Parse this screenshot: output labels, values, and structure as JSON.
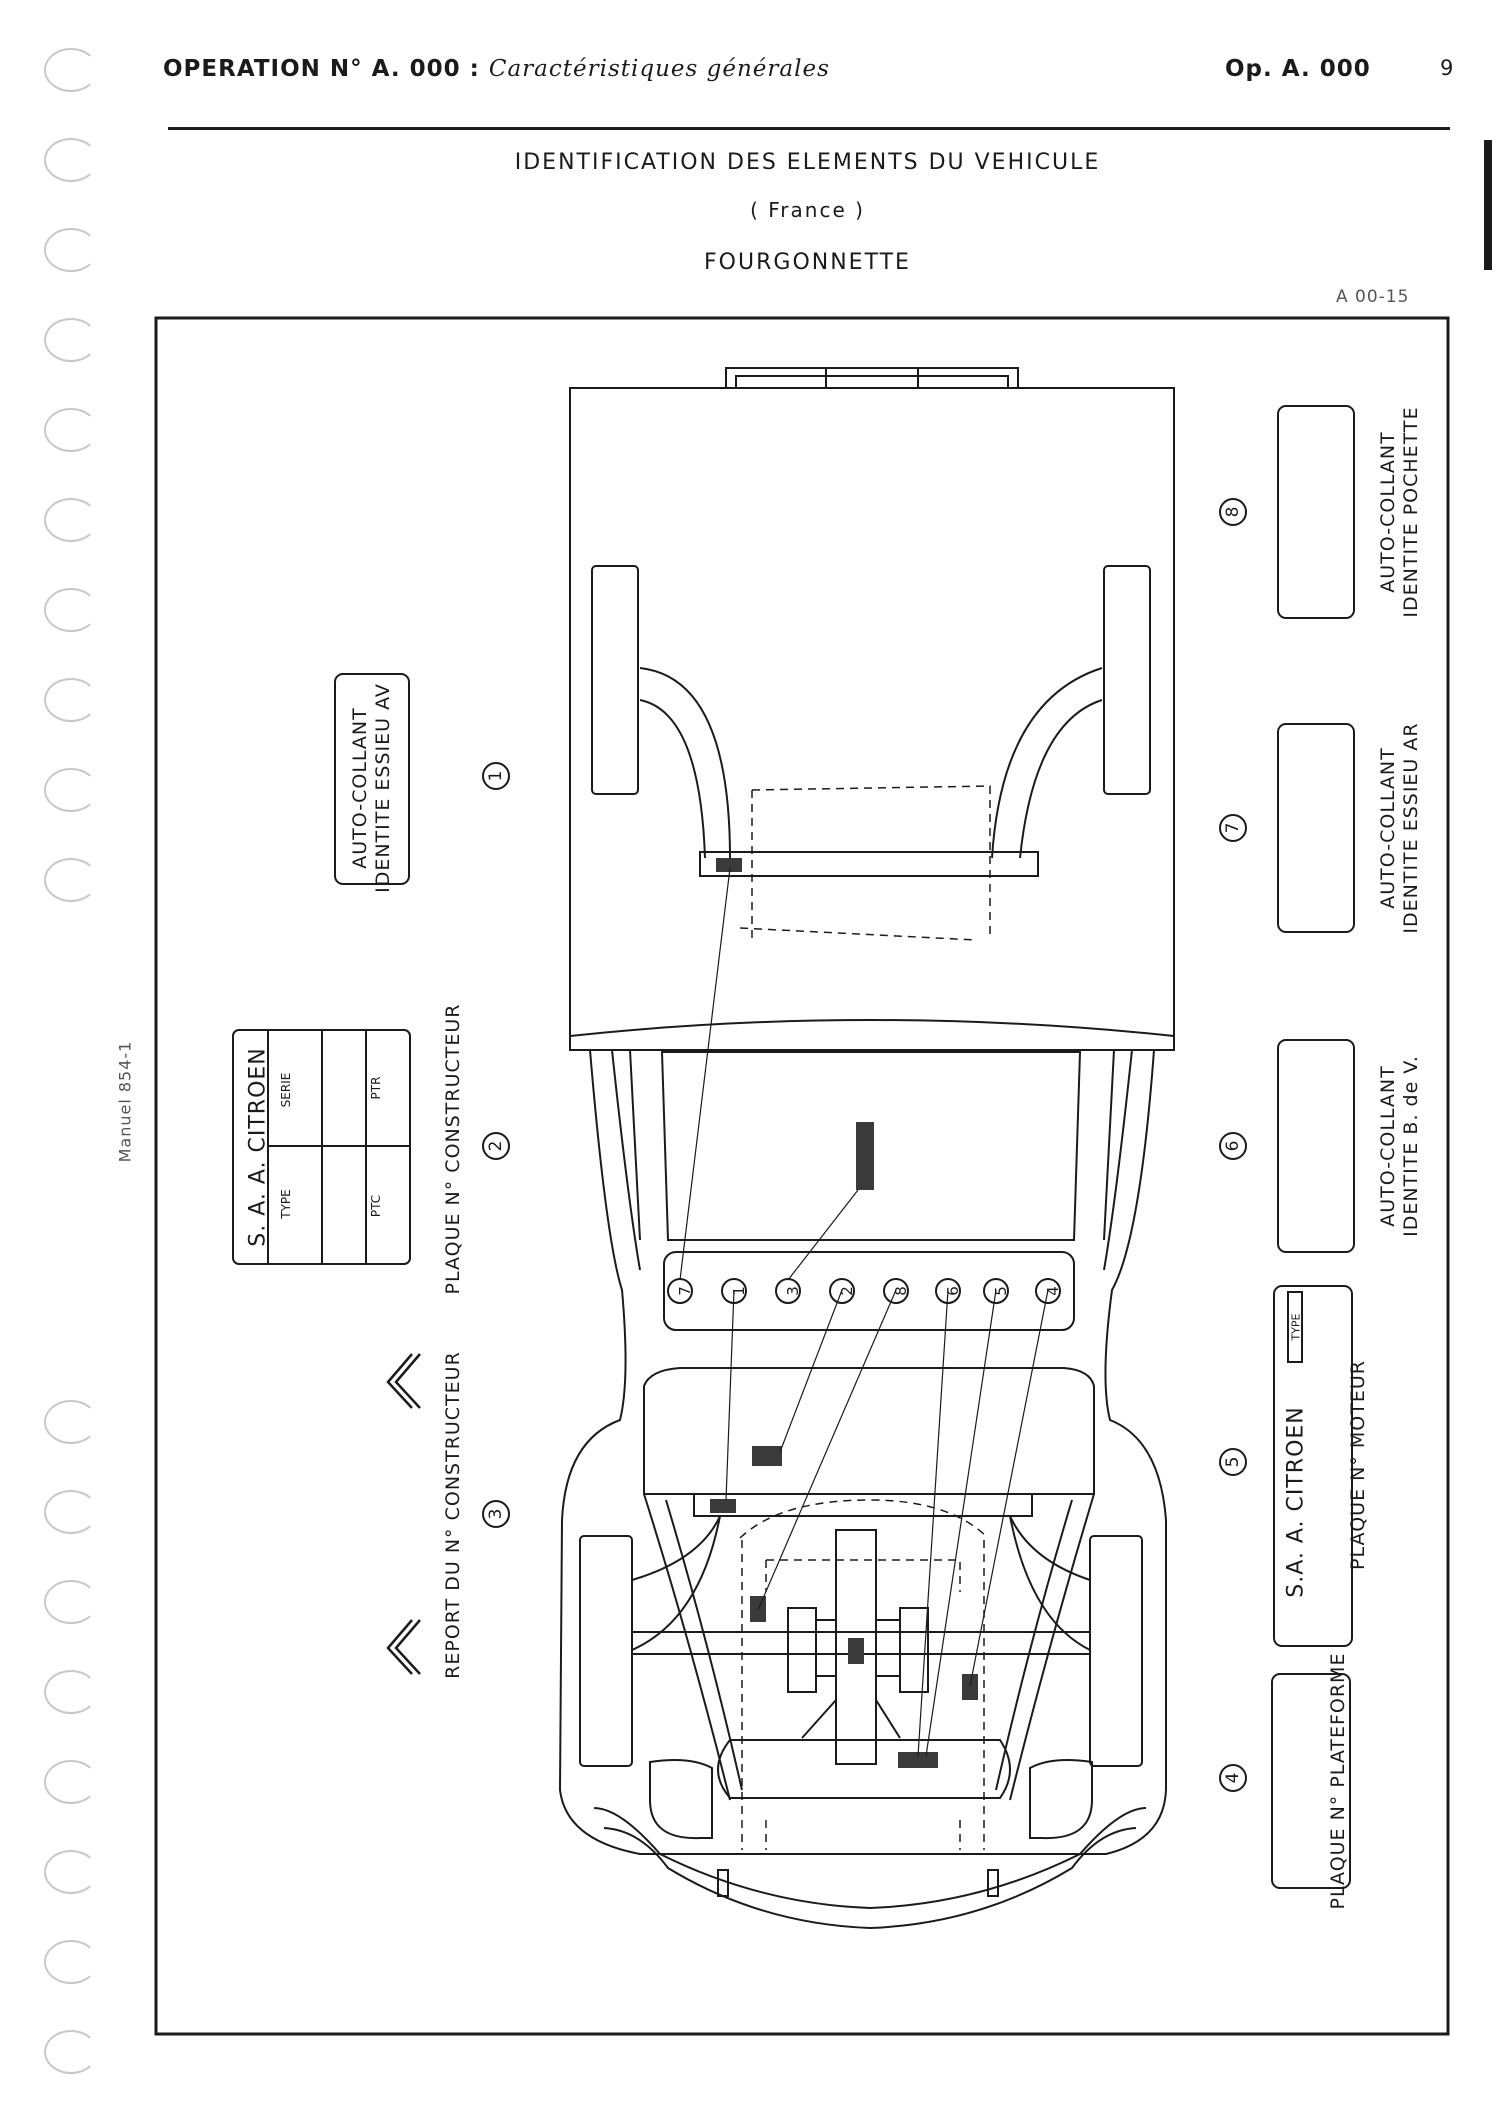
{
  "header": {
    "operation": "OPERATION N° A. 000 :",
    "operation_subtitle": "Caractéristiques générales",
    "op_ref": "Op. A. 000",
    "page_number": "9"
  },
  "titles": {
    "main": "IDENTIFICATION DES ELEMENTS DU VEHICULE",
    "country": "( France )",
    "model": "FOURGONNETTE"
  },
  "figure_ref": "A 00-15",
  "side_note": "Manuel 854-1",
  "callouts": {
    "c1": {
      "number": "1",
      "line1": "AUTO-COLLANT",
      "line2": "IDENTITE ESSIEU AV"
    },
    "c2": {
      "number": "2",
      "label": "PLAQUE N° CONSTRUCTEUR"
    },
    "c3": {
      "number": "3",
      "label": "REPORT DU N° CONSTRUCTEUR"
    },
    "c4": {
      "number": "4",
      "label": "PLAQUE N° PLATEFORME"
    },
    "c5": {
      "number": "5",
      "label": "PLAQUE N° MOTEUR"
    },
    "c6": {
      "number": "6",
      "line1": "AUTO-COLLANT",
      "line2": "IDENTITE B. de V."
    },
    "c7": {
      "number": "7",
      "line1": "AUTO-COLLANT",
      "line2": "IDENTITE ESSIEU AR"
    },
    "c8": {
      "number": "8",
      "line1": "AUTO-COLLANT",
      "line2": "IDENTITE POCHETTE"
    }
  },
  "constructor_plate": {
    "brand": "S. A. A. CITROEN",
    "type": "TYPE",
    "serie": "SERIE",
    "ptc": "PTC",
    "ptr": "PTR"
  },
  "engine_plate": {
    "brand": "S.A. A. CITROEN",
    "type": "TYPE"
  },
  "dashboard_numbers": [
    "7",
    "1",
    "3",
    "2",
    "8",
    "6",
    "5",
    "4"
  ],
  "colors": {
    "ink": "#1b1b1b",
    "marker": "#3a3a3a",
    "punch": "#c8c8c8"
  }
}
